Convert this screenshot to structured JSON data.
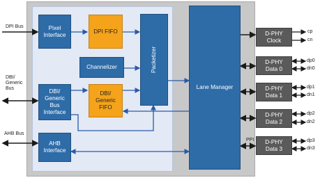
{
  "external": {
    "dpi_bus": "DPI Bus",
    "dbi_bus": "DBI/\nGeneric\nBus",
    "ahb_bus": "AHB Bus"
  },
  "blocks": {
    "pixel_interface": "Pixel\nInterface",
    "dpi_fifo": "DPI FIFO",
    "channelizer": "Channelizer",
    "dbi_interface": "DBI/\nGeneric\nBus\nInterface",
    "dbi_fifo": "DBI/\nGeneric\nFIFO",
    "ahb_interface": "AHB\nInterface",
    "packetizer": "Packetizer",
    "lane_manager": "Lane Manager"
  },
  "dphy": {
    "clock": "D-PHY\nClock",
    "data0": "D-PHY\nData 0",
    "data1": "D-PHY\nData 1",
    "data2": "D-PHY\nData 2",
    "data3": "D-PHY\nData 3"
  },
  "pins": {
    "cp": "cp",
    "cn": "cn",
    "dp0": "dp0",
    "dn0": "dn0",
    "dp1": "dp1",
    "dn1": "dn1",
    "dp2": "dp2",
    "dn2": "dn2",
    "dp3": "dp3",
    "dn3": "dn3"
  },
  "ppi_label": "PPI",
  "colors": {
    "outer_bg": "#c8c8c8",
    "inner_bg": "#e3e9f5",
    "block_blue": "#2e6ca8",
    "fifo_orange": "#f5a31a",
    "dphy_gray": "#5a5a5a",
    "wire_blue": "#2a5aa8"
  }
}
